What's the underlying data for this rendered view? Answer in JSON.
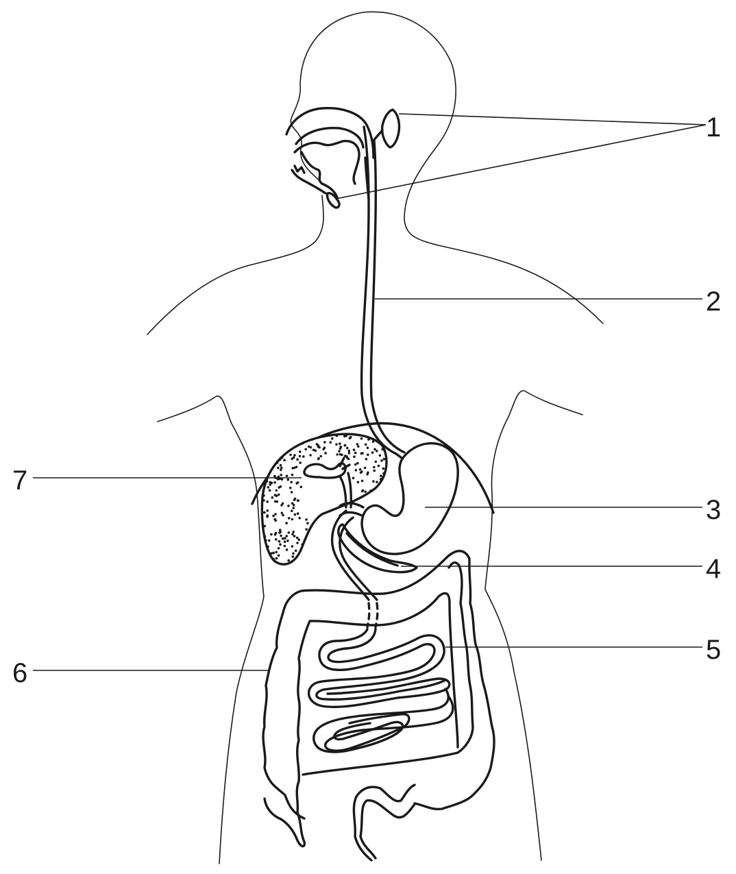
{
  "labels": {
    "l1": "1",
    "l2": "2",
    "l3": "3",
    "l4": "4",
    "l5": "5",
    "l6": "6",
    "l7": "7"
  },
  "colors": {
    "stroke": "#1a1a1a",
    "background": "#ffffff"
  }
}
